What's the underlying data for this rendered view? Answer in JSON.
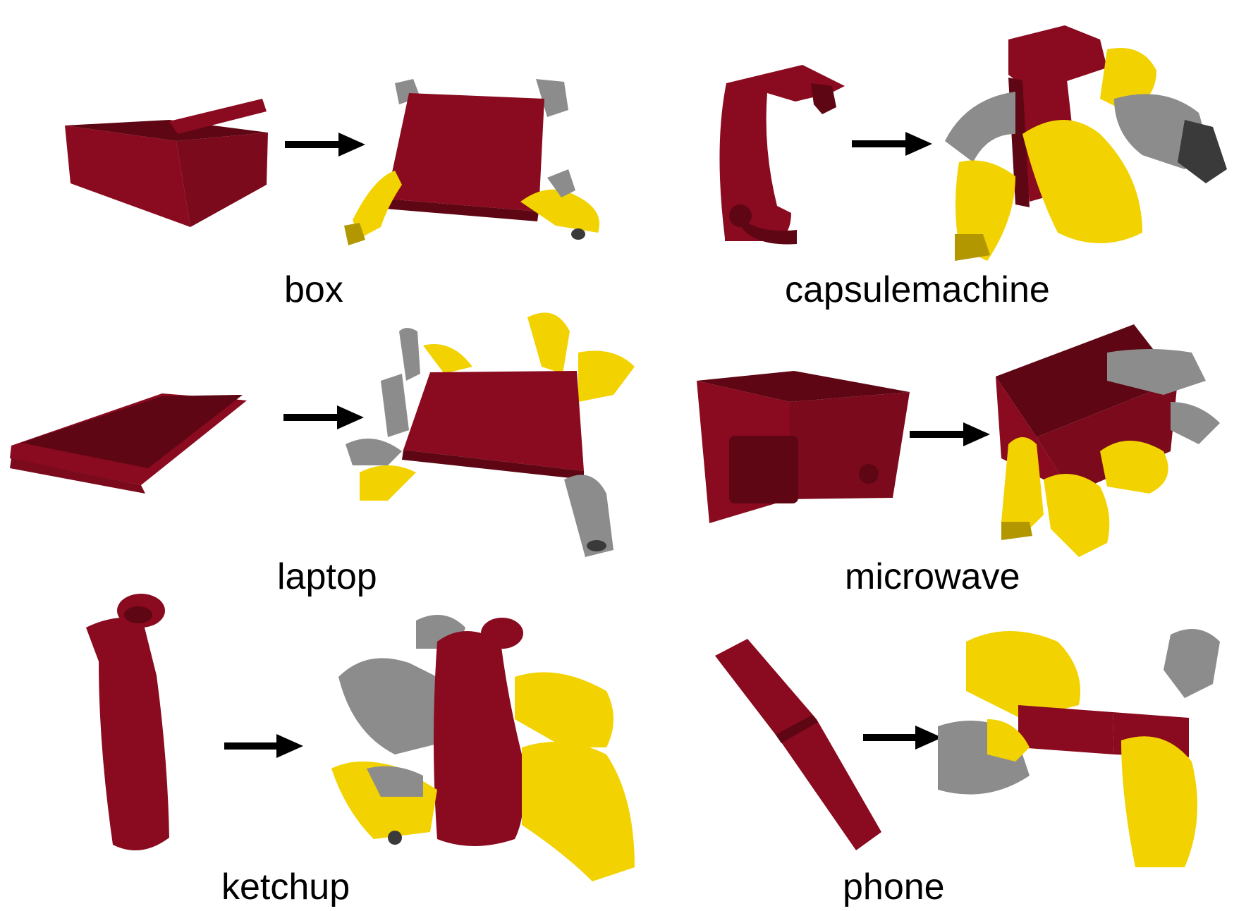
{
  "figure": {
    "colors": {
      "object": "#8a0a1f",
      "object_dark": "#5e0614",
      "hand_yellow": "#f2d200",
      "hand_yellow_dark": "#b39700",
      "hand_gray": "#8c8c8c",
      "hand_gray_dark": "#3a3a3a",
      "arrow": "#000000"
    },
    "panels": [
      {
        "id": "box",
        "label": "box"
      },
      {
        "id": "capsulemachine",
        "label": "capsulemachine"
      },
      {
        "id": "laptop",
        "label": "laptop"
      },
      {
        "id": "microwave",
        "label": "microwave"
      },
      {
        "id": "ketchup",
        "label": "ketchup"
      },
      {
        "id": "phone",
        "label": "phone"
      }
    ]
  }
}
